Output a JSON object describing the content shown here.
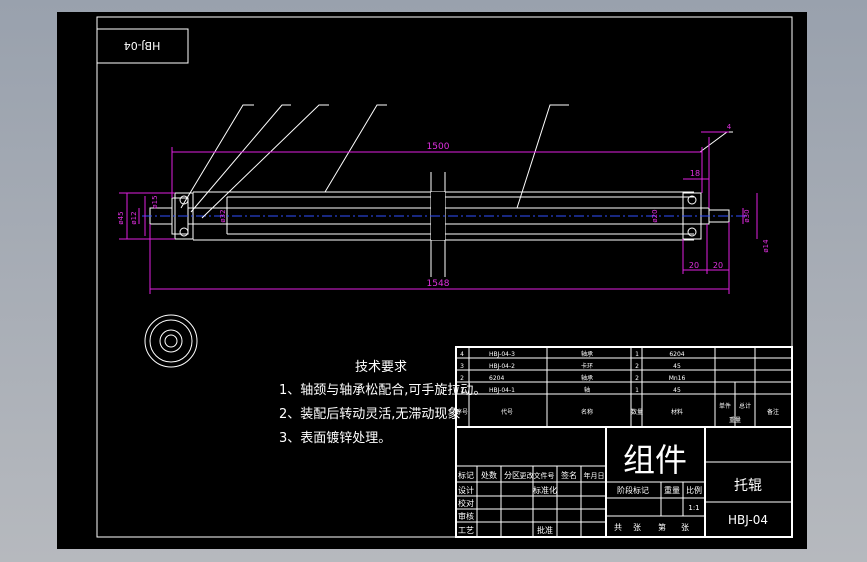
{
  "drawing": {
    "corner_code": "HBJ-04",
    "dimensions": {
      "overall_top": "1500",
      "overall_bottom": "1548",
      "right_a": "18",
      "right_b1": "20",
      "right_b2": "20",
      "right_top_small": "4",
      "left_d1": "ø45",
      "left_d2": "ø12",
      "left_d3": "ø15",
      "mid_d": "ø32",
      "tube_d": "ø20",
      "right_d1": "ø30",
      "right_d2": "ø14"
    },
    "technical_requirements": {
      "title": "技术要求",
      "items": [
        "1、轴颈与轴承松配合,可手旋拉动。",
        "2、装配后转动灵活,无滞动现象",
        "3、表面镀锌处理。"
      ]
    },
    "parts_list": {
      "rows": [
        {
          "no": "4",
          "code": "HBJ-04-3",
          "name": "轴承",
          "qty": "1",
          "material": "6204"
        },
        {
          "no": "3",
          "code": "HBJ-04-2",
          "name": "卡环",
          "qty": "2",
          "material": "45"
        },
        {
          "no": "2",
          "code": "6204",
          "name": "轴承",
          "qty": "2",
          "material": "Mn16"
        },
        {
          "no": "1",
          "code": "HBJ-04-1",
          "name": "轴",
          "qty": "1",
          "material": "45"
        }
      ],
      "header": {
        "no": "序号",
        "code": "代号",
        "name": "名称",
        "qty": "数量",
        "material": "材料",
        "unit": "单件",
        "total": "总计",
        "weight": "重量",
        "remark": "备注"
      }
    },
    "title_block": {
      "big_title": "组件",
      "part_name": "托辊",
      "drawing_number": "HBJ-04",
      "scale": "1:1",
      "labels": {
        "mark": "标记",
        "qty": "处数",
        "zone": "分区",
        "doc": "更改文件号",
        "sign": "签名",
        "date": "年月日",
        "design": "设计",
        "standard": "标准化",
        "check": "校对",
        "review": "审核",
        "process": "工艺",
        "approve": "批准",
        "stage": "阶段标记",
        "weight": "重量",
        "ratio": "比例",
        "total": "共",
        "sheet": "张",
        "no": "第",
        "page": "张"
      }
    }
  }
}
